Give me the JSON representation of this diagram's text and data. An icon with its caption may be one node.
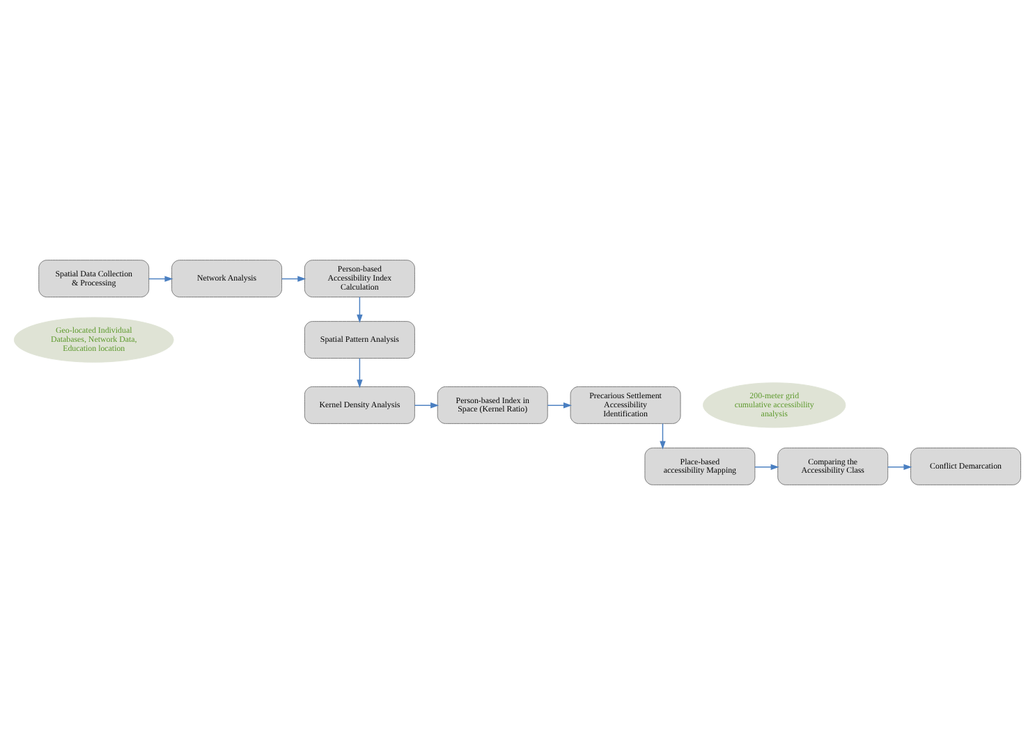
{
  "diagram": {
    "nodes": [
      {
        "text": [
          "Spatial Data Collection & Processing"
        ]
      },
      {
        "text": [
          "Geo-located Individual Databases, Network Data, Education location"
        ]
      },
      {
        "text": [
          "Network Analysis"
        ]
      },
      {
        "text": [
          "Person-based Accessibility Index Calculation"
        ]
      },
      {
        "text": [
          "Spatial Pattern Analysis"
        ]
      },
      {
        "text": [
          "Kernel Density Analysis"
        ]
      },
      {
        "text": [
          "Person-based Index in Space (Kernel Ratio)"
        ]
      },
      {
        "text": [
          "Precarious Settlement Accessibility Identification"
        ]
      },
      {
        "text": [
          "200-meter grid cumulative accessibility analysis"
        ]
      },
      {
        "text": [
          "Place-based accessibility Mapping"
        ]
      },
      {
        "text": [
          "Comparing the Accessibility Class"
        ]
      },
      {
        "text": [
          "Conflict Demarcation"
        ]
      }
    ],
    "edges": [
      {
        "from": 0,
        "to": 2,
        "arrow": "to"
      },
      {
        "from": 2,
        "to": 3,
        "arrow": "to"
      },
      {
        "from": 3,
        "to": 4,
        "arrow": "to"
      },
      {
        "from": 4,
        "to": 5,
        "arrow": "to"
      },
      {
        "from": 5,
        "to": 6,
        "arrow": "to"
      },
      {
        "from": 6,
        "to": 7,
        "arrow": "to"
      },
      {
        "from": 7,
        "to": 9,
        "arrow": "to"
      },
      {
        "from": 9,
        "to": 10,
        "arrow": "to"
      },
      {
        "from": 10,
        "to": 11,
        "arrow": "to"
      }
    ]
  }
}
